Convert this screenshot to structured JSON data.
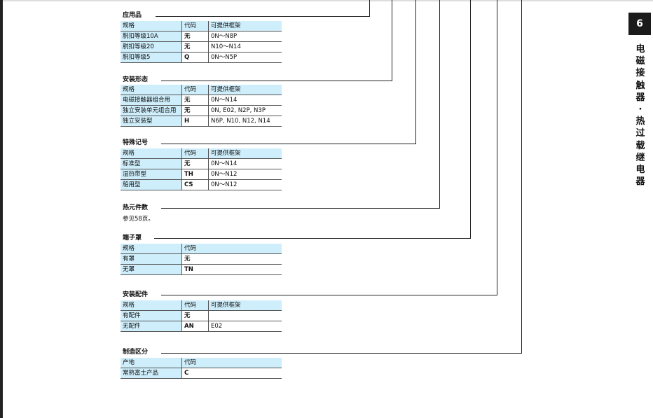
{
  "side_tab": {
    "number": "6",
    "title_chars": [
      "电",
      "磁",
      "接",
      "触",
      "器",
      "·",
      "热",
      "过",
      "载",
      "继",
      "电",
      "器"
    ]
  },
  "sections": [
    {
      "title": "应用品",
      "headers": [
        "规格",
        "代码",
        "可提供框架"
      ],
      "rows": [
        [
          "脱扣等级10A",
          "无",
          "0N～N8P"
        ],
        [
          "脱扣等级20",
          "无",
          "N10～N14"
        ],
        [
          "脱扣等级5",
          "Q",
          "0N～N5P"
        ]
      ]
    },
    {
      "title": "安装形态",
      "headers": [
        "规格",
        "代码",
        "可提供框架"
      ],
      "rows": [
        [
          "电磁接触器组合用",
          "无",
          "0N～N14"
        ],
        [
          "独立安装单元组合用",
          "无",
          "0N, E02, N2P, N3P"
        ],
        [
          "独立安装型",
          "H",
          "N6P, N10, N12, N14"
        ]
      ]
    },
    {
      "title": "特殊记号",
      "headers": [
        "规格",
        "代码",
        "可提供框架"
      ],
      "rows": [
        [
          "标准型",
          "无",
          "0N～N14"
        ],
        [
          "湿热带型",
          "TH",
          "0N～N12"
        ],
        [
          "船用型",
          "CS",
          "0N～N12"
        ]
      ]
    },
    {
      "title": "热元件数",
      "note": "参见58页。"
    },
    {
      "title": "端子罩",
      "headers": [
        "规格",
        "代码"
      ],
      "rows": [
        [
          "有罩",
          "无"
        ],
        [
          "无罩",
          "TN"
        ]
      ]
    },
    {
      "title": "安装配件",
      "headers": [
        "规格",
        "代码",
        "可提供框架"
      ],
      "rows": [
        [
          "有配件",
          "无",
          ""
        ],
        [
          "无配件",
          "AN",
          "E02"
        ]
      ]
    },
    {
      "title": "制造区分",
      "headers": [
        "产地",
        "代码"
      ],
      "rows": [
        [
          "常熟富士产品",
          "C"
        ]
      ]
    }
  ]
}
